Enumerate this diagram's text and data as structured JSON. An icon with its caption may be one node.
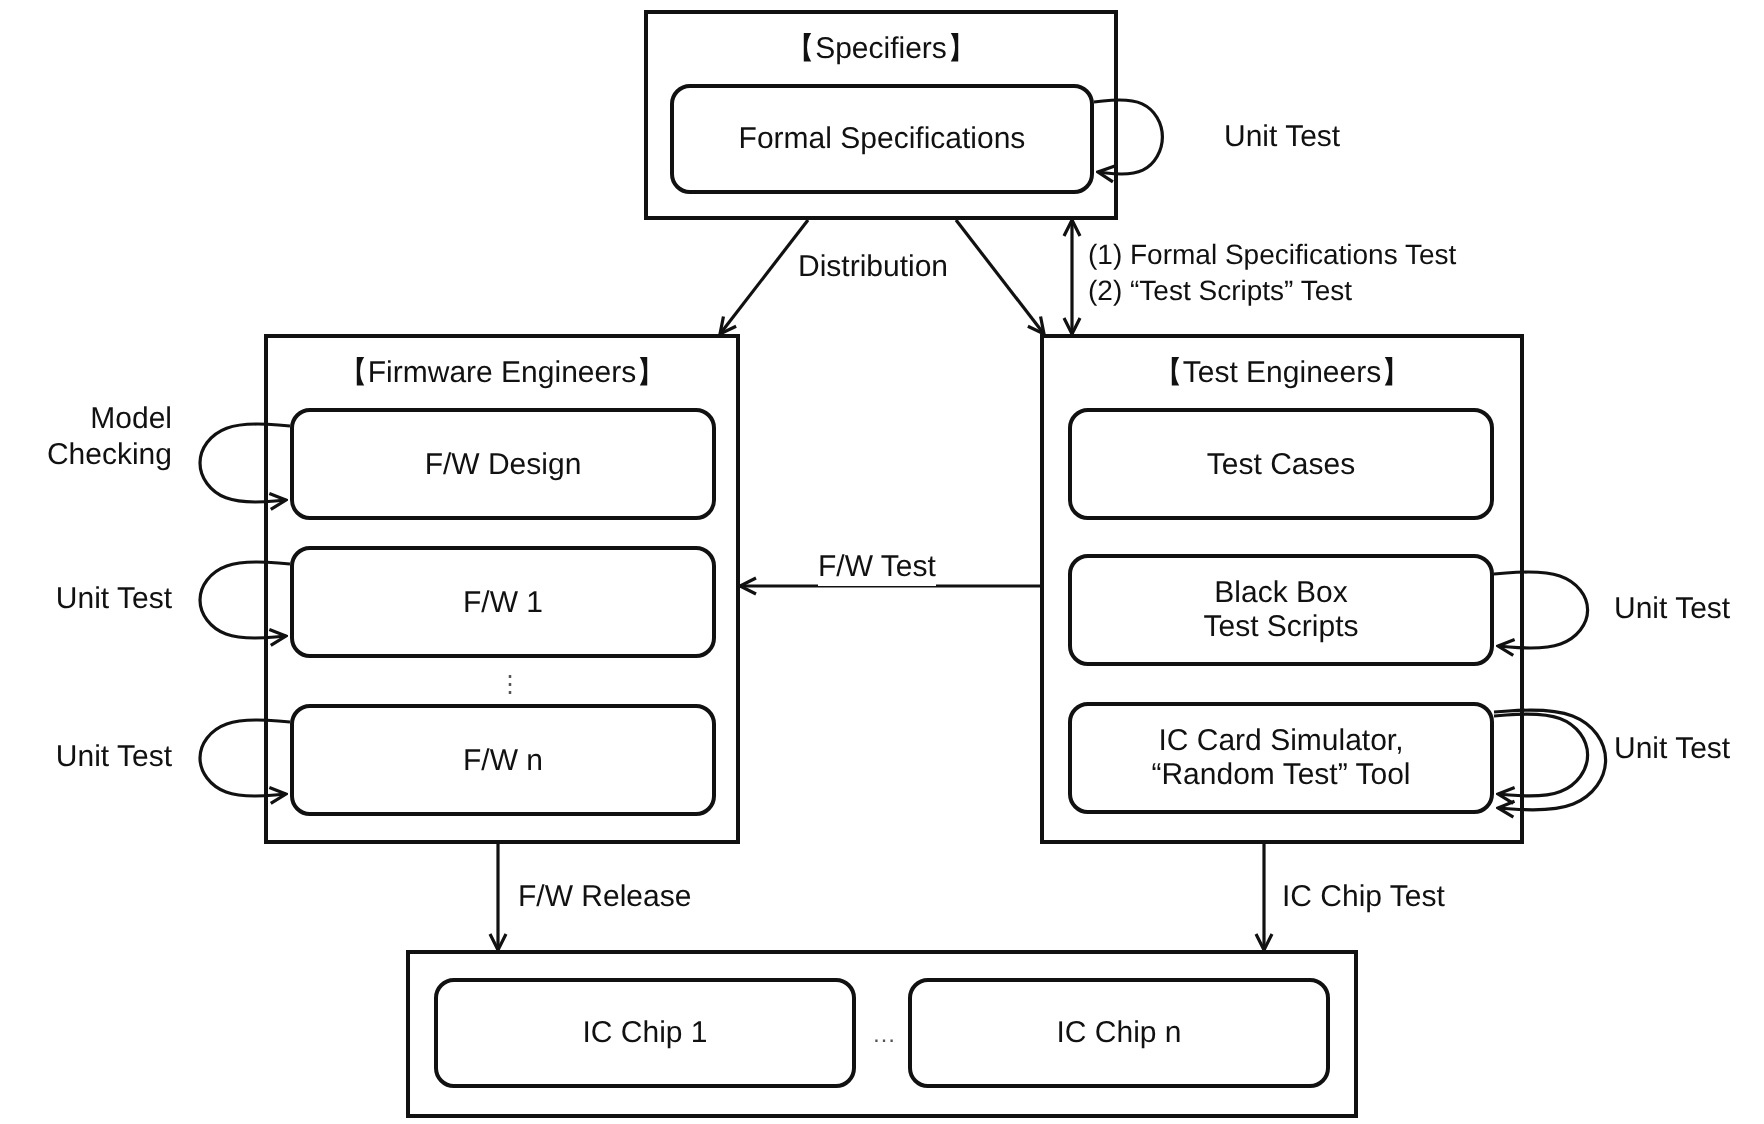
{
  "diagram": {
    "nodes": [
      {
        "text": [
          "【Specifiers】"
        ]
      },
      {
        "text": [
          "Formal Specifications"
        ],
        "in": 0
      },
      {
        "text": [
          "【Firmware Engineers】"
        ]
      },
      {
        "text": [
          "F/W Design"
        ],
        "in": 2
      },
      {
        "text": [
          "F/W 1"
        ],
        "in": 2
      },
      {
        "text": [
          "F/W n"
        ],
        "in": 2
      },
      {
        "text": [
          "【Test Engineers】"
        ]
      },
      {
        "text": [
          "Test Cases"
        ],
        "in": 6
      },
      {
        "text": [
          "Black Box Test Scripts"
        ],
        "in": 6
      },
      {
        "text": [
          "IC Card Simulator, “Random Test” Tool"
        ],
        "in": 6
      },
      {
        "text": [],
        "shape": "box"
      },
      {
        "text": [
          "IC Chip 1"
        ],
        "in": 10
      },
      {
        "text": [
          "IC Chip n"
        ],
        "in": 10
      }
    ],
    "edges": [
      {
        "from": 0,
        "to": 2,
        "arrow": "to",
        "label": "Distribution"
      },
      {
        "from": 0,
        "to": 6,
        "arrow": "to"
      },
      {
        "from": 0,
        "to": 6,
        "arrow": "both",
        "label": "(1) Formal Specifications Test (2) “Test Scripts” Test"
      },
      {
        "from": 1,
        "to": 1,
        "arrow": "to",
        "label": "Unit Test"
      },
      {
        "from": 3,
        "to": 3,
        "arrow": "to",
        "label": "Model Checking"
      },
      {
        "from": 4,
        "to": 4,
        "arrow": "to",
        "label": "Unit Test"
      },
      {
        "from": 5,
        "to": 5,
        "arrow": "to",
        "label": "Unit Test"
      },
      {
        "from": 6,
        "to": 2,
        "arrow": "to",
        "label": "F/W Test"
      },
      {
        "from": 8,
        "to": 8,
        "arrow": "to",
        "label": "Unit Test"
      },
      {
        "from": 9,
        "to": 9,
        "arrow": "to",
        "label": "Unit Test"
      },
      {
        "from": 9,
        "to": 9,
        "arrow": "to"
      },
      {
        "from": 2,
        "to": 10,
        "arrow": "to",
        "label": "F/W Release"
      },
      {
        "from": 6,
        "to": 10,
        "arrow": "to",
        "label": "IC Chip Test"
      }
    ],
    "labels": [
      "⋮",
      "…"
    ]
  }
}
